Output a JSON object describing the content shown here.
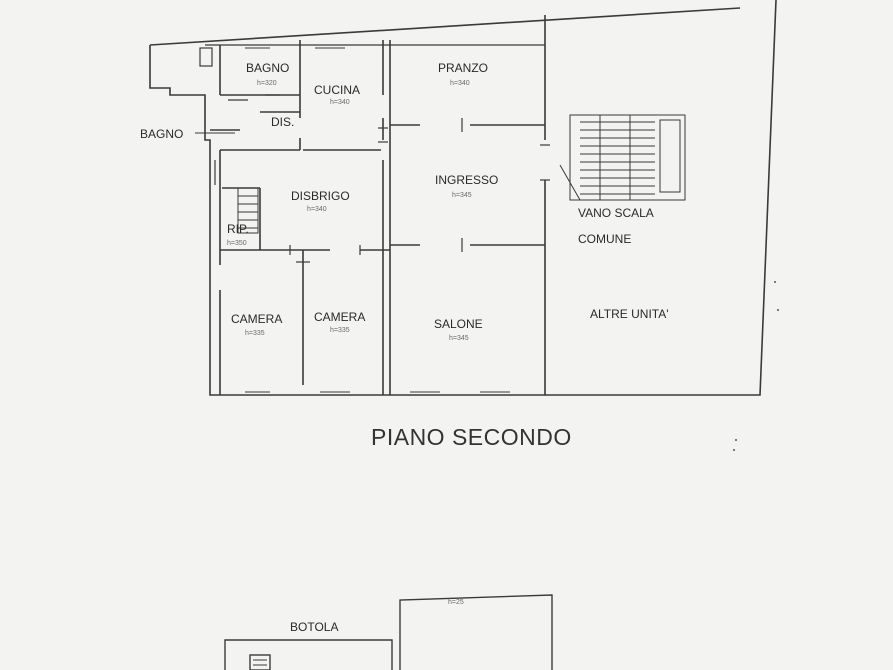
{
  "title": "PIANO SECONDO",
  "rooms": {
    "bagno_top": {
      "name": "BAGNO",
      "height": "h=320"
    },
    "cucina": {
      "name": "CUCINA",
      "height": "h=340"
    },
    "pranzo": {
      "name": "PRANZO",
      "height": "h=340"
    },
    "dis": {
      "name": "DIS."
    },
    "bagno_left": {
      "name": "BAGNO"
    },
    "disbrigo": {
      "name": "DISBRIGO",
      "height": "h=340"
    },
    "ingresso": {
      "name": "INGRESSO",
      "height": "h=345"
    },
    "rip": {
      "name": "RIP.",
      "height": "h=350"
    },
    "camera1": {
      "name": "CAMERA",
      "height": "h=335"
    },
    "camera2": {
      "name": "CAMERA",
      "height": "h=335"
    },
    "salone": {
      "name": "SALONE",
      "height": "h=345"
    }
  },
  "labels": {
    "vano_scala": "VANO SCALA",
    "comune": "COMUNE",
    "altre_unita": "ALTRE UNITA'",
    "botola": "BOTOLA",
    "lower_height": "h=25"
  }
}
